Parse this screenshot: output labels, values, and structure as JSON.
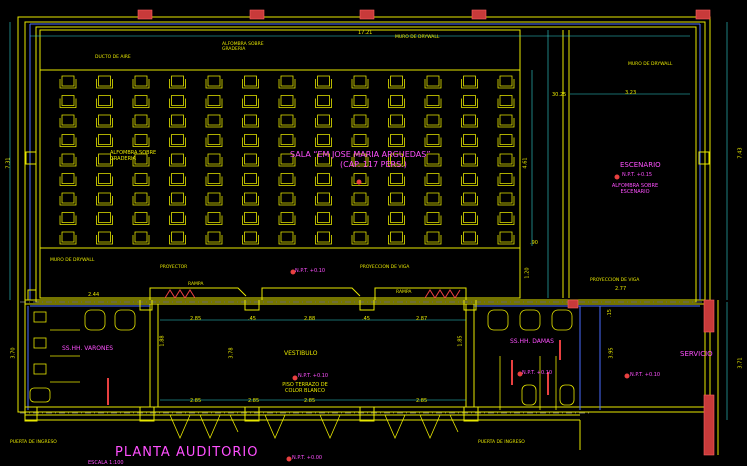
{
  "plan": {
    "title": "PLANTA AUDITORIO",
    "scale": "ESCALA 1:100",
    "room_name": "SALA “EM JOSE MARIA ARGUEDAS”",
    "room_capacity": "(CAP. 117 PERS.)",
    "stage": "ESCENARIO",
    "stage_level": "N.P.T. +0.15",
    "stage_floor": "ALFOMBRA SOBRE ESCENARIO",
    "lobby": "VESTIBULO",
    "lobby_floor": "PISO TERRAZO DE COLOR BLANCO",
    "ss_ladies": "SS.HH. DAMAS",
    "ss_gents": "SS.HH. VARONES",
    "service": "SERVICIO",
    "seats_floor": "ALFOMBRA SOBRE GRADERIA",
    "drywall_top": "MURO DE DRYWALL",
    "drywall_right": "MURO DE DRYWALL",
    "drywall_left": "MURO DE DRYWALL",
    "drywall_seats": "DUCTO DE AIRE",
    "ramp_label": "PROYECTOR",
    "ramp_left": "RAMPA",
    "ramp_right": "RAMPA",
    "level_room": "N.P.T. +0.10",
    "level_lobby": "N.P.T. +0.10",
    "level_ss": "N.P.T. +0.10",
    "level_ss_right": "N.P.T. +0.10",
    "level_bottom": "N.P.T. +0.00",
    "door_note_left": "PUERTA DE INGRESO",
    "door_note_right": "PUERTA DE INGRESO",
    "ceiling_note": "ALFOMBRA SOBRE GRADERIA",
    "projection_note": "PROYECCION DE VIGA",
    "projection_note_right": "PROYECCION DE VIGA",
    "dims": {
      "top": "17.21",
      "stage_w": "3.23",
      "stage_depth": "30.25",
      "left_h": "7.31",
      "right_h": "7.43",
      "right_h2": "3.71",
      "seat_h": "4.61",
      "d90": ".90",
      "d120": "1.20",
      "d244": "2.44",
      "d277": "2.77",
      "d395": "3.95",
      "d285": "2.85",
      "d285b": "2.85",
      "d285c": "2.85",
      "d285d": "2.85",
      "d285e": "2.85",
      "d288": "2.88",
      "d287": "2.87",
      "d045": ".45",
      "d045b": ".45",
      "d370": "3.70",
      "d378": "3.78",
      "d188": "1.88",
      "d185": "1.85",
      "d015": ".15"
    }
  }
}
